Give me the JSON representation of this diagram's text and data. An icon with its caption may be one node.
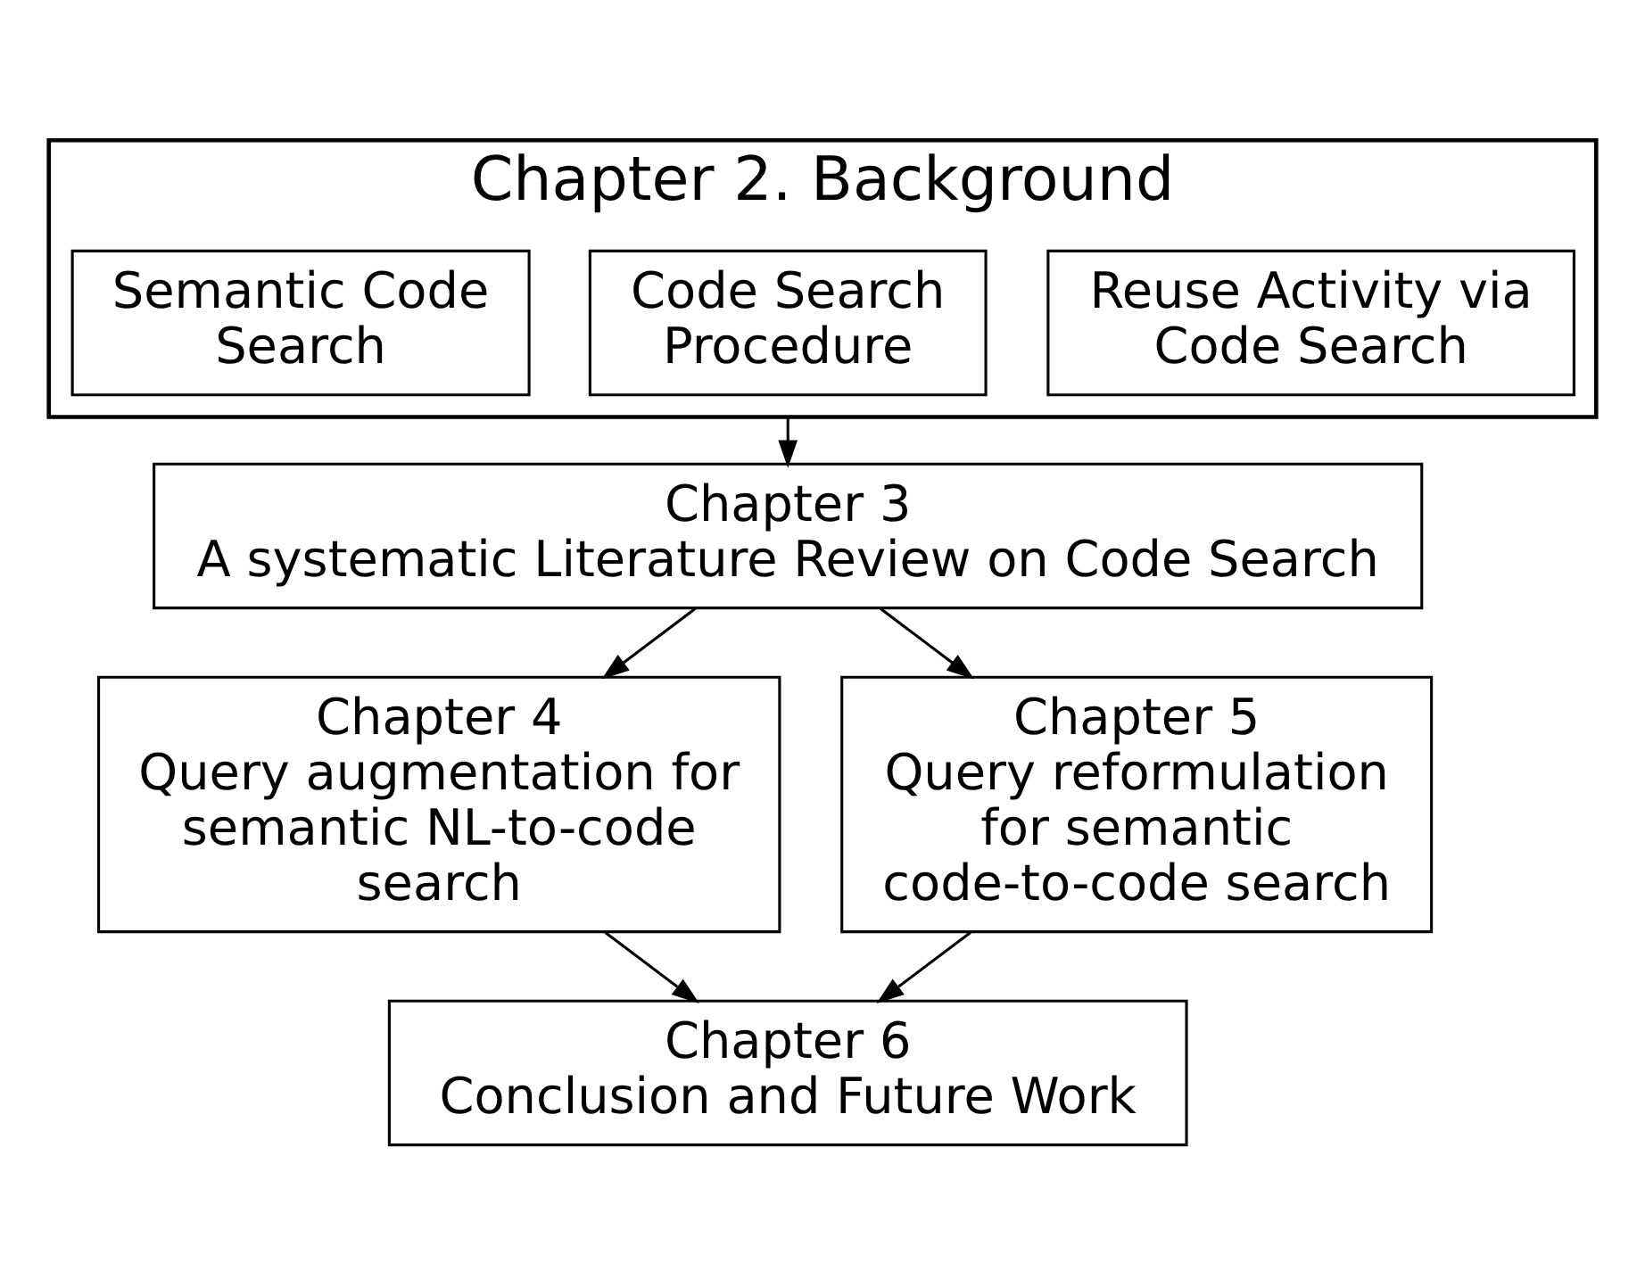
{
  "diagram": {
    "nodes": [
      {
        "text": [
          "Chapter 2. Background"
        ]
      },
      {
        "text": [
          "Reuse Activity via Code Search"
        ],
        "in": 0
      },
      {
        "text": [
          "Code Search Procedure"
        ],
        "in": 0
      },
      {
        "text": [
          "Semantic Code Search"
        ],
        "in": 0
      },
      {
        "text": [
          "Chapter 3",
          "A systematic Literature Review on Code Search"
        ]
      },
      {
        "text": [
          "Chapter 4",
          "Query augmentation for semantic NL-to-code search"
        ]
      },
      {
        "text": [
          "Chapter 5",
          "Query reformulation for semantic code-to-code search"
        ]
      },
      {
        "text": [
          "Chapter 6",
          "Conclusion and Future Work"
        ]
      }
    ],
    "edges": [
      {
        "from": 0,
        "to": 4,
        "arrow": "to"
      },
      {
        "from": 4,
        "to": 5,
        "arrow": "to"
      },
      {
        "from": 4,
        "to": 6,
        "arrow": "to"
      },
      {
        "from": 5,
        "to": 7,
        "arrow": "to"
      },
      {
        "from": 6,
        "to": 7,
        "arrow": "to"
      }
    ]
  }
}
